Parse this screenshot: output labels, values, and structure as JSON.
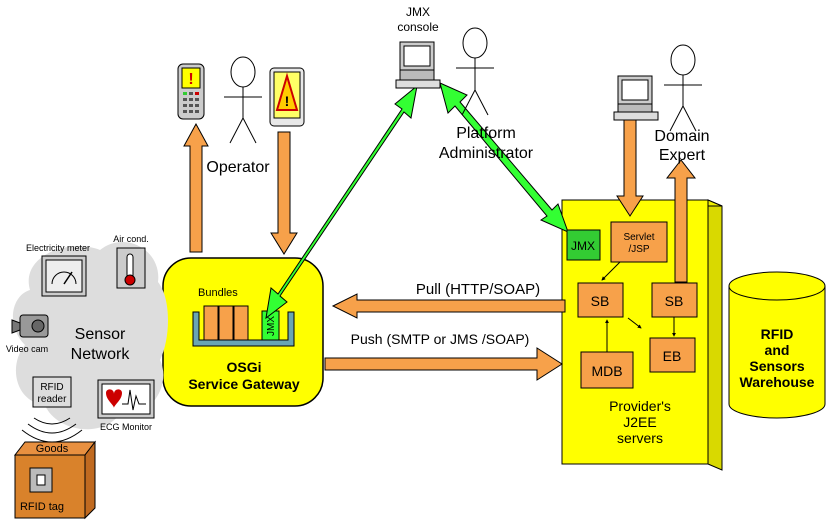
{
  "labels": {
    "jmx_console_line1": "JMX",
    "jmx_console_line2": "console",
    "operator": "Operator",
    "platform_admin_line1": "Platform",
    "platform_admin_line2": "Administrator",
    "domain_expert_line1": "Domain",
    "domain_expert_line2": "Expert",
    "electricity_meter": "Electricity meter",
    "air_cond": "Air cond.",
    "sensor_network_line1": "Sensor",
    "sensor_network_line2": "Network",
    "video_cam": "Video cam",
    "rfid_reader_line1": "RFID",
    "rfid_reader_line2": "reader",
    "ecg_monitor": "ECG Monitor",
    "goods": "Goods",
    "rfid_tag": "RFID tag",
    "bundles": "Bundles",
    "jmx_bundle": "JMX",
    "gateway_line1": "OSGi",
    "gateway_line2": "Service Gateway",
    "pull": "Pull (HTTP/SOAP)",
    "push": "Push (SMTP or JMS /SOAP)",
    "jmx_server": "JMX",
    "servlet_line1": "Servlet",
    "servlet_line2": "/JSP",
    "sb1": "SB",
    "sb2": "SB",
    "mdb": "MDB",
    "eb": "EB",
    "provider_line1": "Provider's",
    "provider_line2": "J2EE",
    "provider_line3": "servers",
    "warehouse_line1": "RFID",
    "warehouse_line2": "and",
    "warehouse_line3": "Sensors",
    "warehouse_line4": "Warehouse"
  },
  "colors": {
    "yellow": "#ffff00",
    "orange": "#f7a14a",
    "green": "#33ff33",
    "box_orange": "#f7a14a",
    "bundle_teal": "#6aa6b3"
  }
}
